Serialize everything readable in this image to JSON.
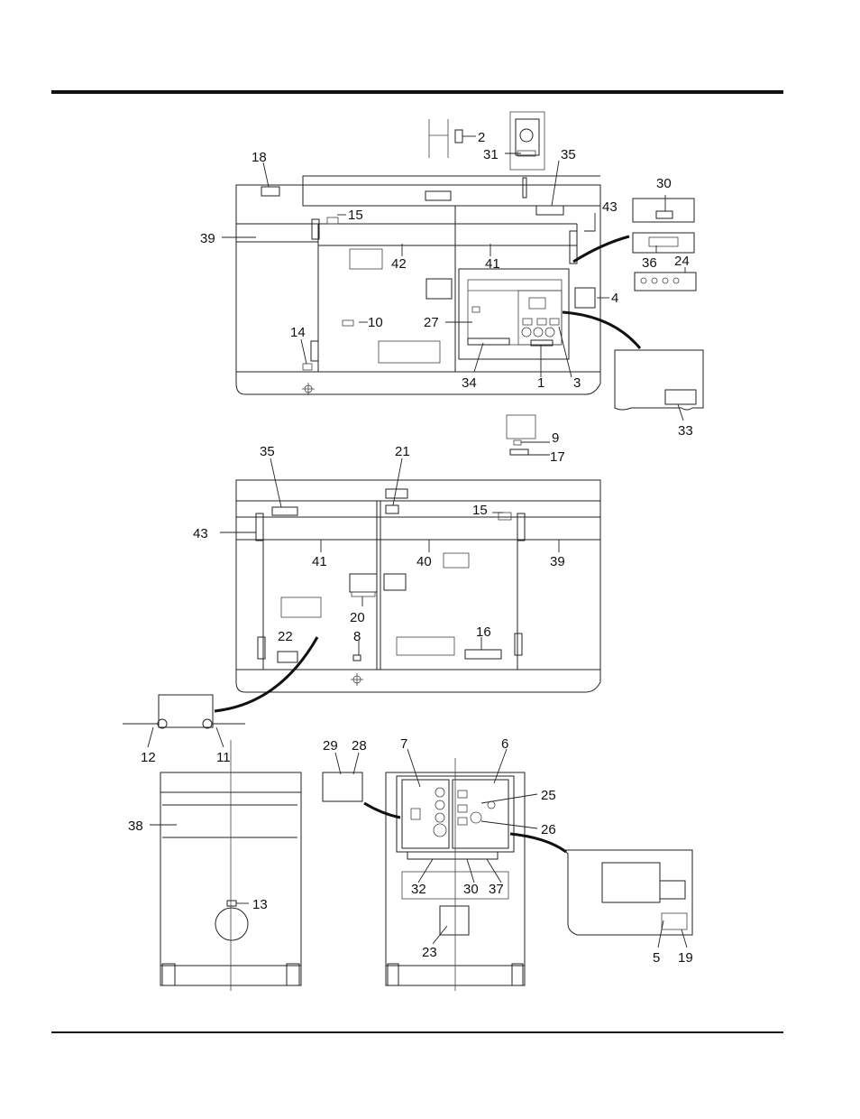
{
  "callouts": {
    "top": [
      "18",
      "2",
      "31",
      "35",
      "30",
      "15",
      "43",
      "39",
      "42",
      "41",
      "36",
      "24",
      "4",
      "27",
      "10",
      "14",
      "34",
      "1",
      "3",
      "33",
      "9",
      "17"
    ],
    "middle": [
      "35",
      "21",
      "15",
      "43",
      "41",
      "40",
      "39",
      "20",
      "22",
      "8",
      "16",
      "12",
      "11"
    ],
    "bottom": [
      "29",
      "28",
      "7",
      "6",
      "25",
      "26",
      "38",
      "13",
      "32",
      "30",
      "37",
      "23",
      "5",
      "19"
    ]
  }
}
